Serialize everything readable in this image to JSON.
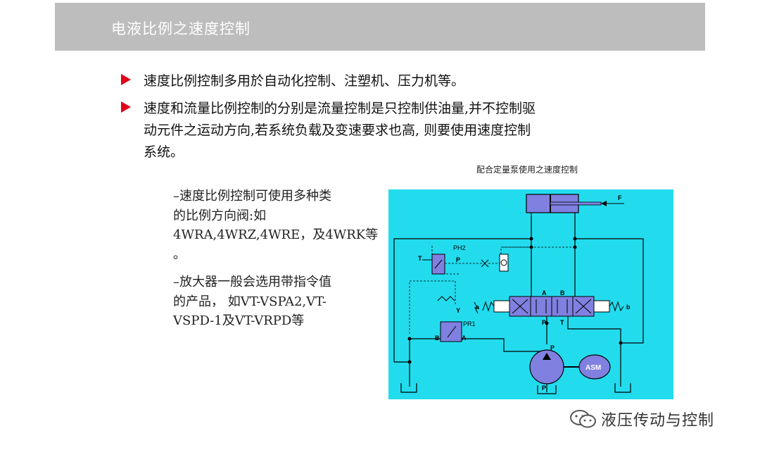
{
  "header": {
    "title": "电液比例之速度控制"
  },
  "bullets": [
    {
      "text": "速度比例控制多用於自动化控制、注塑机、压力机等。"
    },
    {
      "text": "速度和流量比例控制的分别是流量控制是只控制供油量,并不控制驱\n动元件之运动方向,若系统负载及变速要求也高, 则要使用速度控制\n系统。"
    }
  ],
  "figure": {
    "caption": "配合定量泵使用之速度控制",
    "labels": {
      "force": "F",
      "ph2": "PH2",
      "pr1": "PR1",
      "asm": "ASM",
      "port_a": "A",
      "port_b": "B",
      "port_p": "P",
      "port_t": "T",
      "port_y": "Y",
      "sol_a": "a",
      "sol_b": "b"
    },
    "colors": {
      "background": "#22dcee",
      "actuator": "#8080e0",
      "line": "#000000"
    }
  },
  "notes": [
    {
      "text": "–速度比例控制可使用多种类\n的比例方向阀:如\n4WRA,4WRZ,4WRE，及4WRK等\n。"
    },
    {
      "text": "–放大器一般会选用带指令值\n的产品， 如VT-VSPA2,VT-\nVSPD-1及VT-VRPD等"
    }
  ],
  "watermark": {
    "text": "液压传动与控制",
    "icon": "wechat-icon"
  },
  "colors": {
    "bullet": "#e2001a",
    "title_bar": "#bdbdbd",
    "title_text": "#ffffff"
  }
}
